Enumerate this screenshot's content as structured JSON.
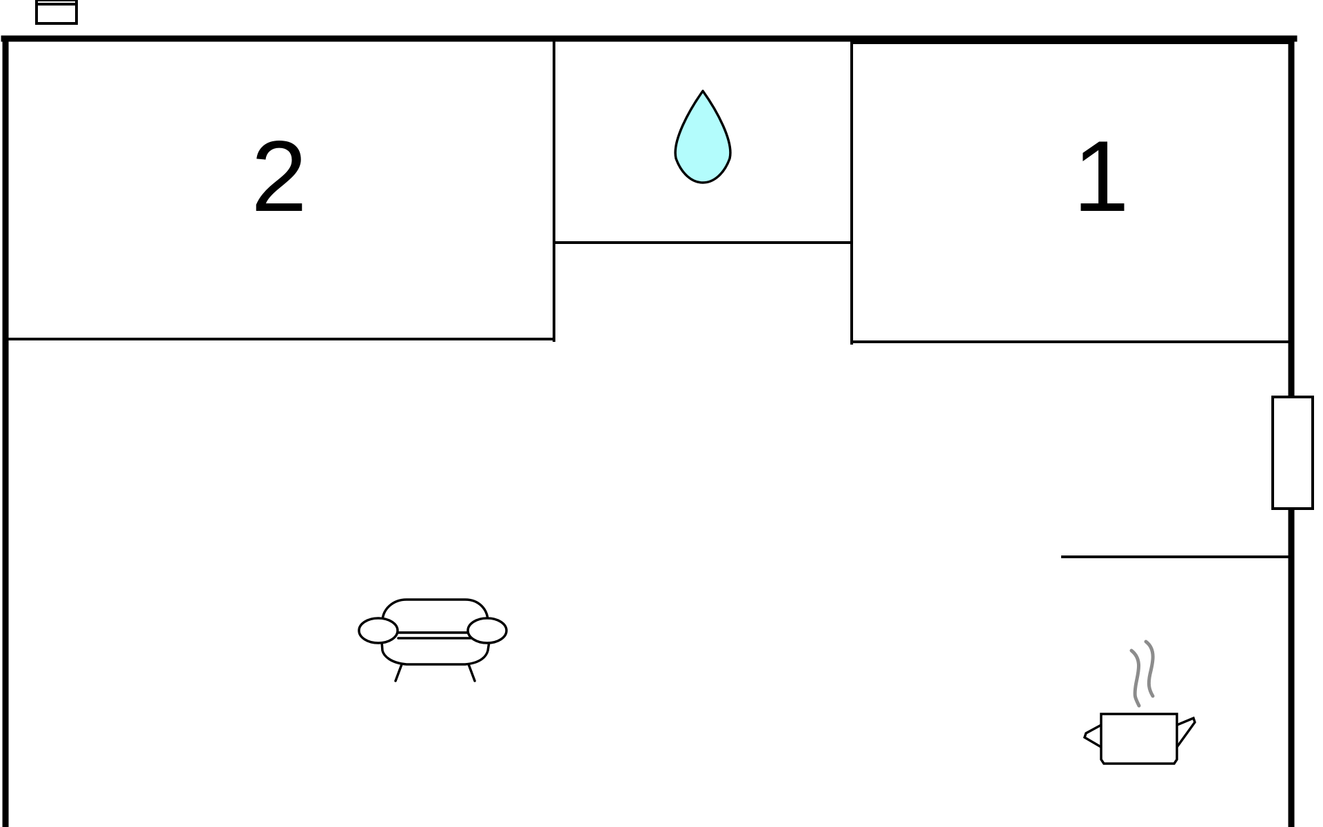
{
  "floorplan": {
    "rooms": [
      {
        "id": "bedroom-2",
        "label": "2"
      },
      {
        "id": "bedroom-1",
        "label": "1"
      }
    ],
    "icons": [
      {
        "room": "bathroom",
        "name": "water-drop-icon",
        "color": "#b3fcfc"
      },
      {
        "room": "living-room",
        "name": "sofa-icon"
      },
      {
        "room": "kitchen",
        "name": "cooking-pot-icon",
        "steam_color": "#8c8c8c"
      }
    ],
    "colors": {
      "wall": "#000000",
      "background": "#ffffff",
      "water": "#b3fcfc",
      "steam": "#8c8c8c"
    }
  }
}
